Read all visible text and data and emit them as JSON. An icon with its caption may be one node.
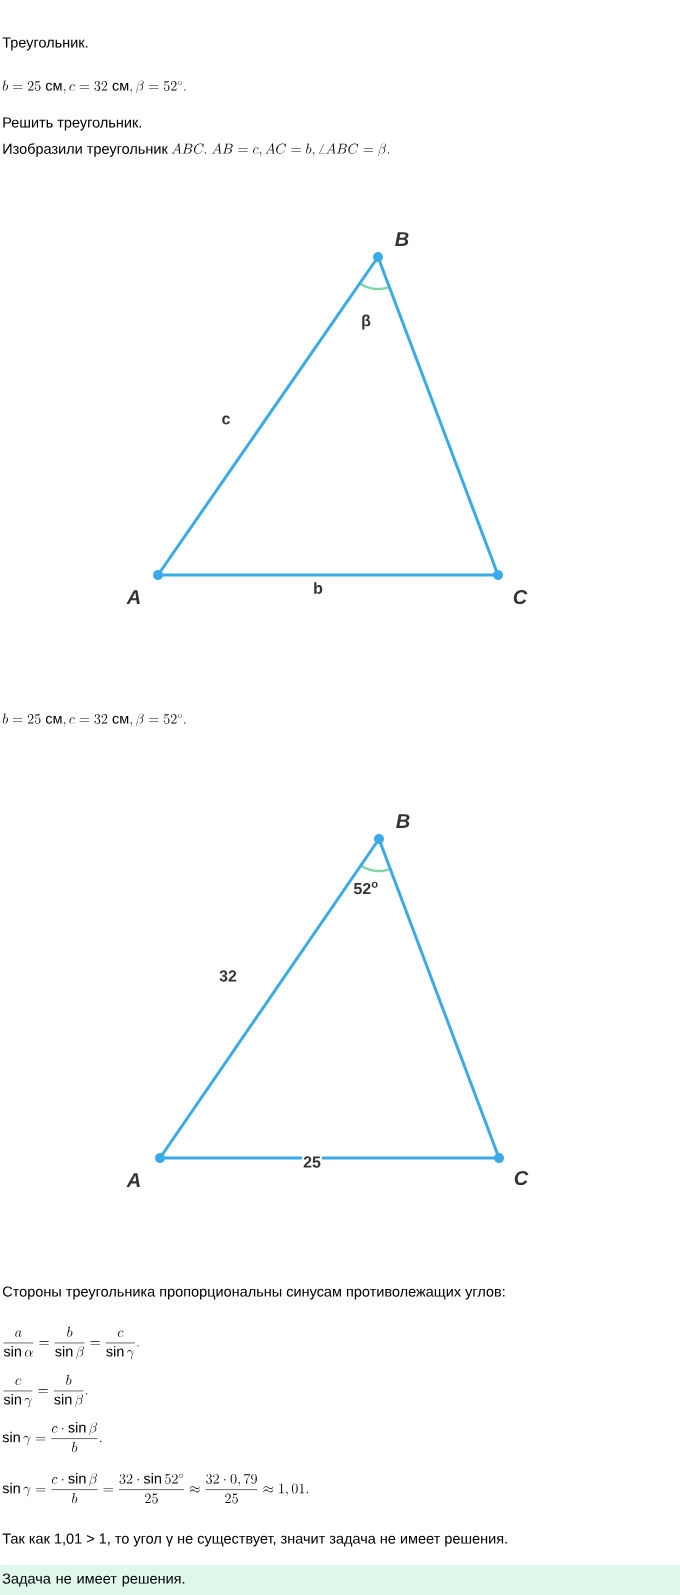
{
  "diagram": {
    "nodes": [
      {
        "text": [],
        "shape": "circle",
        "beside": [
          "A"
        ]
      },
      {
        "text": [],
        "shape": "circle",
        "beside": [
          "B"
        ]
      },
      {
        "text": [],
        "shape": "circle",
        "beside": [
          "C"
        ]
      },
      {
        "text": [],
        "shape": "circle",
        "beside": [
          "A"
        ]
      },
      {
        "text": [],
        "shape": "circle",
        "beside": [
          "B"
        ]
      },
      {
        "text": [],
        "shape": "circle",
        "beside": [
          "C"
        ]
      },
      {
        "text": [
          "Задача не имеет решения."
        ]
      }
    ],
    "edges": [
      {
        "from": 0,
        "to": 1,
        "arrow": "none",
        "label": "c"
      },
      {
        "from": 0,
        "to": 2,
        "arrow": "none",
        "label": "b"
      },
      {
        "from": 1,
        "to": 2,
        "arrow": "none"
      },
      {
        "from": 3,
        "to": 4,
        "arrow": "none",
        "label": "32"
      },
      {
        "from": 3,
        "to": 5,
        "arrow": "none",
        "label": "25"
      },
      {
        "from": 4,
        "to": 5,
        "arrow": "none"
      }
    ],
    "labels": [
      "Треугольник.",
      "b = 25\\text{ см}, c = 32\\text{ см}, \\beta = 52^\\circ.",
      "Решить треугольник.",
      "Изобразили треугольник",
      "ABC.\\ AB = c, AC = b, \\angle ABC = \\beta.",
      "β",
      "b = 25\\text{ см}, c = 32\\text{ см}, \\beta = 52^\\circ.",
      "52$^{o}$",
      "Стороны треугольника пропорциональны синусам противолежащих углов:",
      "\\frac{a}{\\sin\\alpha} = \\frac{b}{\\sin\\beta} = \\frac{c}{\\sin\\gamma}.",
      "\\frac{c}{\\sin\\gamma} = \\frac{b}{\\sin\\beta}.",
      "\\sin\\gamma = \\frac{c\\cdot\\sin\\beta}{b}.",
      "\\sin\\gamma = \\frac{c\\cdot\\sin\\beta}{b} = \\frac{32\\cdot\\sin 52^\\circ}{25} \\approx \\frac{32\\cdot 0,79}{25} \\approx 1,01.",
      "Так как 1,01 > 1, то угол γ не существует, значит задача не имеет решения."
    ]
  }
}
